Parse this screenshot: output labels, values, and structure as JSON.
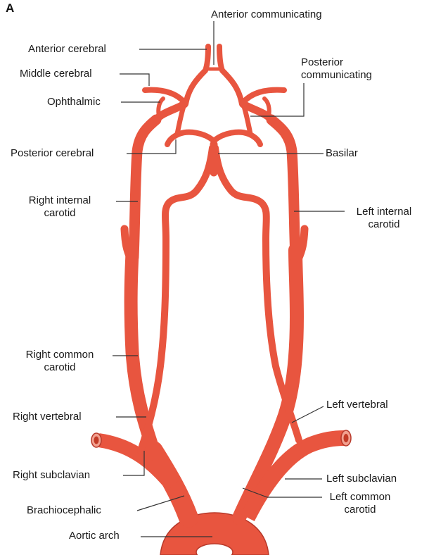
{
  "panel_letter": "A",
  "labels": {
    "anterior_communicating": "Anterior communicating",
    "anterior_cerebral": "Anterior cerebral",
    "middle_cerebral": "Middle cerebral",
    "ophthalmic": "Ophthalmic",
    "posterior_communicating_1": "Posterior",
    "posterior_communicating_2": "communicating",
    "posterior_cerebral": "Posterior cerebral",
    "basilar": "Basilar",
    "right_internal_carotid_1": "Right internal",
    "right_internal_carotid_2": "carotid",
    "left_internal_carotid_1": "Left internal",
    "left_internal_carotid_2": "carotid",
    "right_common_carotid_1": "Right common",
    "right_common_carotid_2": "carotid",
    "right_vertebral": "Right vertebral",
    "left_vertebral": "Left vertebral",
    "right_subclavian": "Right subclavian",
    "left_subclavian": "Left subclavian",
    "brachiocephalic": "Brachiocephalic",
    "left_common_carotid_1": "Left common",
    "left_common_carotid_2": "carotid",
    "aortic_arch": "Aortic arch"
  },
  "colors": {
    "artery": "#e8553f",
    "artery_shadow": "#c23a26",
    "artery_highlight": "#f7a08f",
    "leader_line": "#333333"
  }
}
